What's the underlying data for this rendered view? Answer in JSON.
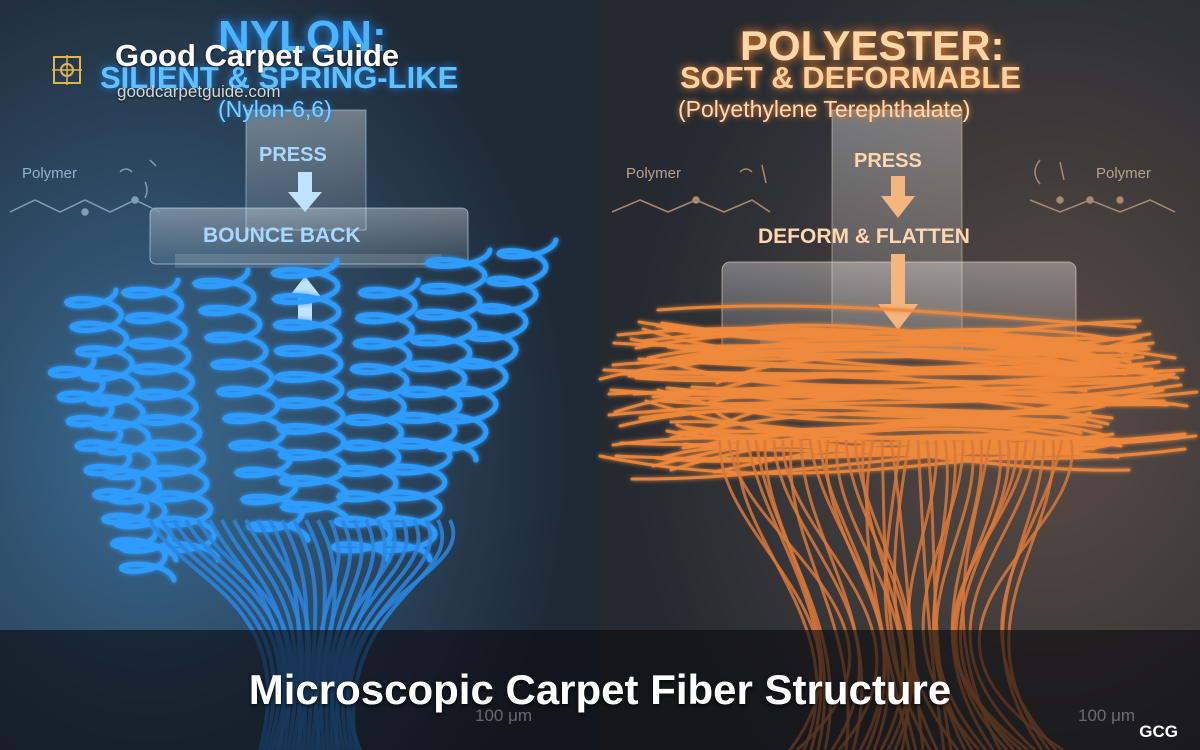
{
  "brand": {
    "name": "Good Carpet Guide",
    "url": "goodcarpetguide.com",
    "tag": "GCG"
  },
  "nylon": {
    "title": "NYLON:",
    "subtitle": "SILIENT & SPRING-LIKE",
    "chem": "(Nylon-6,6)",
    "press_label": "PRESS",
    "action_label": "BOUNCE BACK",
    "polymer_label": "Polymer",
    "scale_label": "100 μm",
    "color": "#2e9bff"
  },
  "polyester": {
    "title": "POLYESTER:",
    "subtitle": "SOFT & DEFORMABLE",
    "chem": "(Polyethylene Terephthalate)",
    "press_label": "PRESS",
    "action_label": "DEFORM & FLATTEN",
    "polymer_label_left": "Polymer",
    "polymer_label_right": "Polymer",
    "scale_label": "100 μm",
    "color": "#f08a3c"
  },
  "caption": {
    "title": "Microscopic Carpet Fiber Structure"
  },
  "icons": {
    "logo": "carpet-logo-icon",
    "press_arrow": "down-arrow-icon",
    "bounce_arrow": "up-arrow-icon"
  }
}
